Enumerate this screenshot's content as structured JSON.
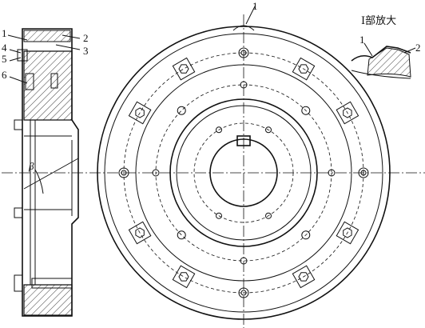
{
  "detail_view": {
    "title": "Ⅰ部放大",
    "label_1": "1",
    "label_2": "2"
  },
  "section_view": {
    "callouts": [
      "1",
      "4",
      "5",
      "6",
      "2",
      "3"
    ],
    "angle_symbol": "β"
  },
  "front_view": {
    "callout_top": "1"
  }
}
